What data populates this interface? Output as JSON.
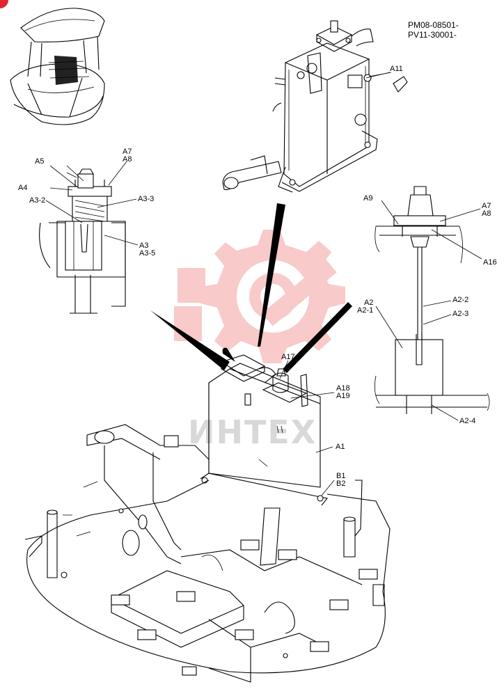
{
  "header": {
    "serial_line_1": "PM08-08501-",
    "serial_line_2": "PV11-30001-"
  },
  "watermark": {
    "text": "ИНТЕХ",
    "logo_icon": "gear-wrench-icon",
    "logo_color": "#f4a0a0"
  },
  "corner_marker": {
    "icon": "page-marker-icon",
    "color": "#e2262f"
  },
  "labels": {
    "A1": "A1",
    "A2": "A2",
    "A2_1": "A2-1",
    "A2_2": "A2-2",
    "A2_3": "A2-3",
    "A2_4": "A2-4",
    "A3": "A3",
    "A3_2": "A3-2",
    "A3_3": "A3-3",
    "A3_5": "A3-5",
    "A4": "A4",
    "A5": "A5",
    "A7_left": "A7",
    "A8_left": "A8",
    "A7_right": "A7",
    "A8_right": "A8",
    "A9": "A9",
    "A11": "A11",
    "A16": "A16",
    "A17": "A17",
    "A18": "A18",
    "A19": "A19",
    "B1": "B1",
    "B2": "B2"
  }
}
